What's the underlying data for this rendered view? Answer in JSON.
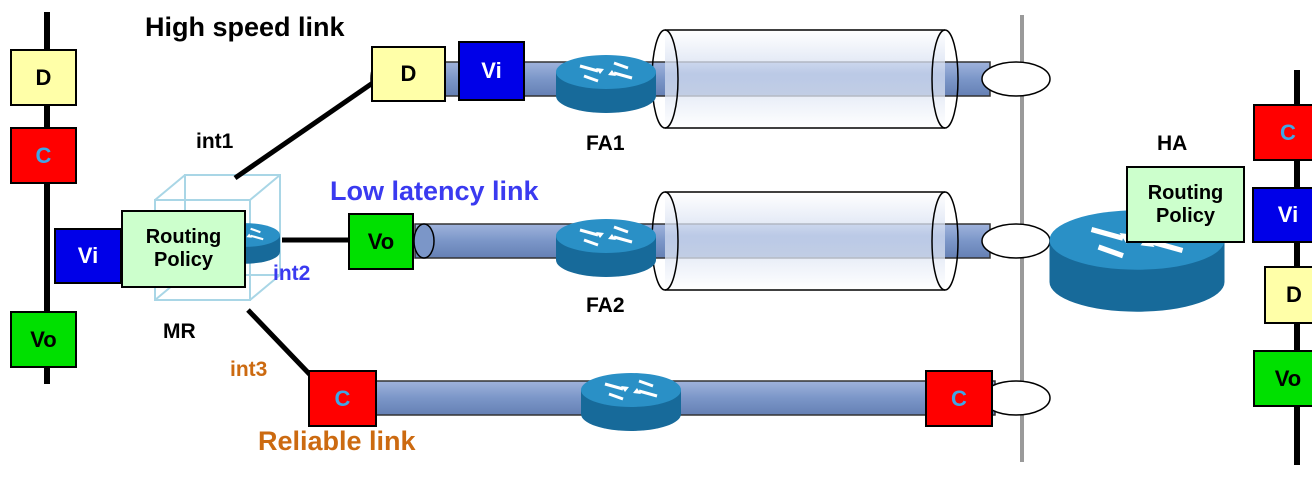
{
  "colors": {
    "D": "#ffffa8",
    "C": "#ff0000",
    "C_text": "#3fa6e6",
    "Vi": "#0000e8",
    "Vo": "#00e000",
    "policy": "#ccffcc",
    "tube": "#7b96c8",
    "router": "#1f77a8",
    "low_latency_text": "#3a3af0",
    "reliable_text": "#cc6a10",
    "int2_text": "#3a3af0"
  },
  "links": {
    "high_speed": "High speed link",
    "low_latency": "Low latency link",
    "reliable": "Reliable link"
  },
  "interfaces": {
    "int1": "int1",
    "int2": "int2",
    "int3": "int3"
  },
  "nodes": {
    "mr": "MR",
    "fa1": "FA1",
    "fa2": "FA2",
    "ha": "HA"
  },
  "blocks": {
    "left_stack": {
      "D": "D",
      "C": "C",
      "Vi": "Vi",
      "Vo": "Vo"
    },
    "mr_policy": {
      "line1": "Routing",
      "line2": "Policy"
    },
    "top_path": {
      "D": "D",
      "Vi": "Vi"
    },
    "middle_path": {
      "Vo": "Vo"
    },
    "bottom_path": {
      "C_left": "C",
      "C_right": "C"
    },
    "ha_policy": {
      "line1": "Routing",
      "line2": "Policy"
    },
    "right_stack": {
      "C": "C",
      "Vi": "Vi",
      "D": "D",
      "Vo": "Vo"
    }
  },
  "icons": [
    "router-icon",
    "tunnel-icon",
    "tube-end-icon"
  ]
}
